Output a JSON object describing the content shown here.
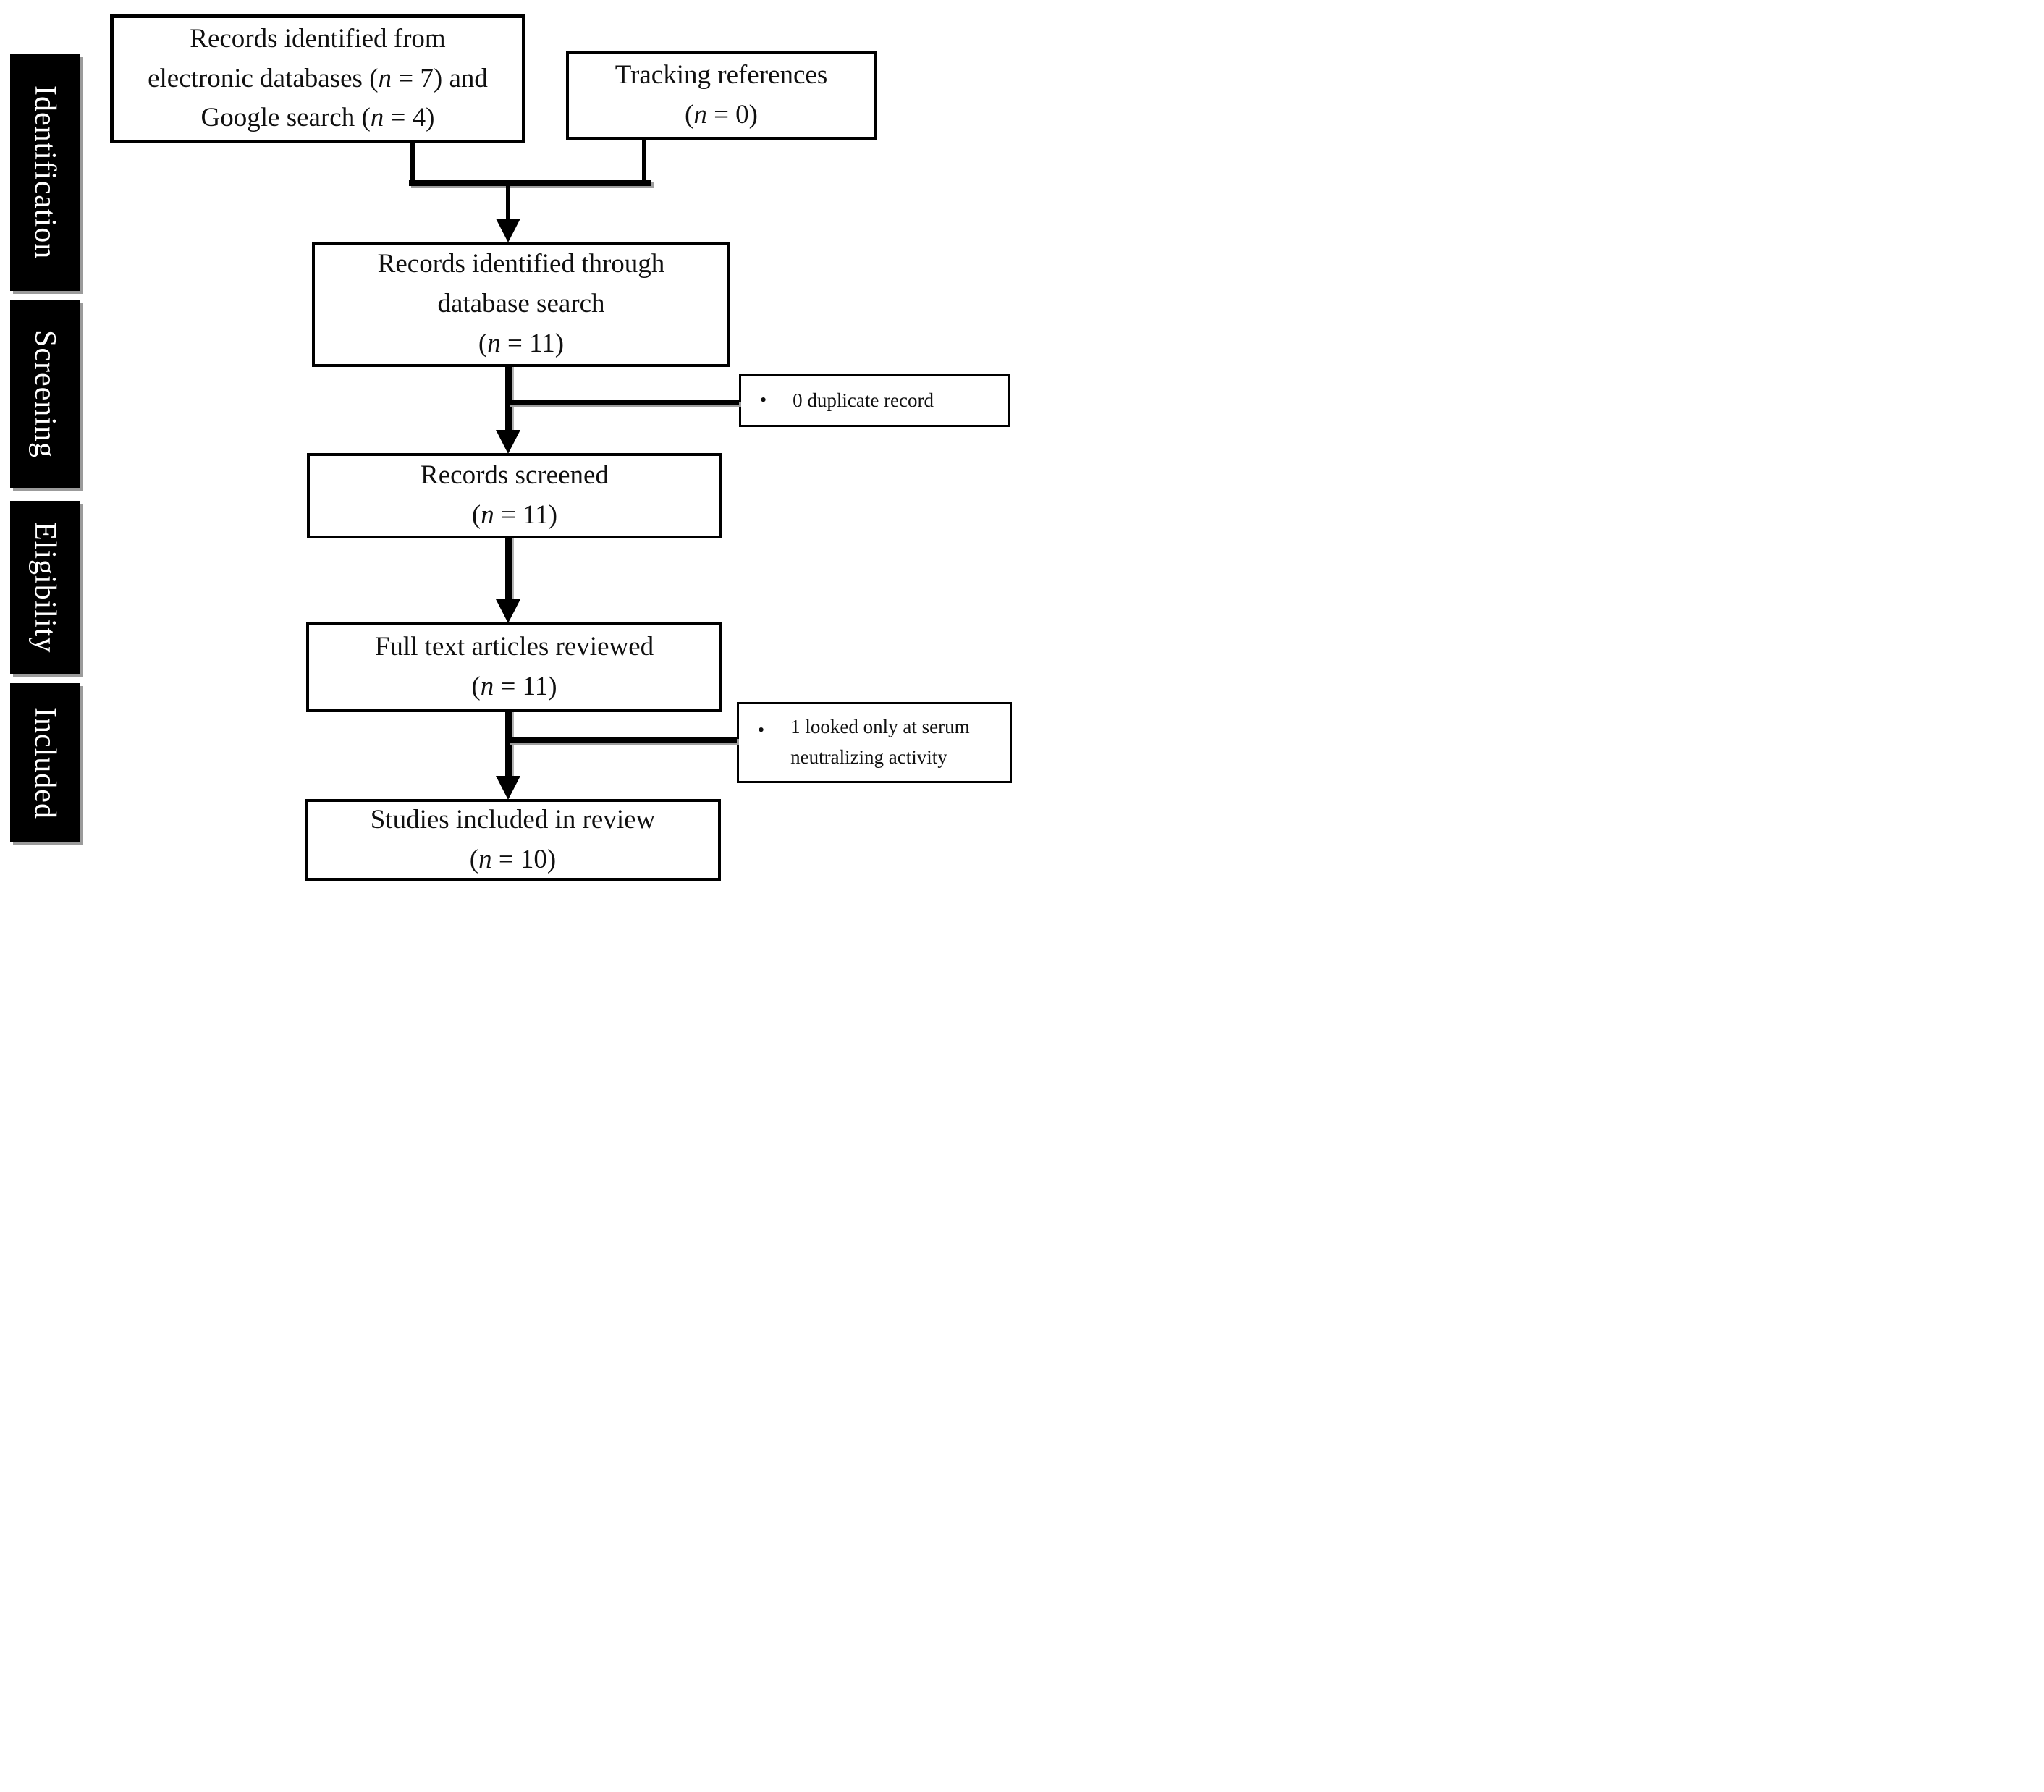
{
  "stages": [
    {
      "label": "Identification"
    },
    {
      "label": "Screening"
    },
    {
      "label": "Eligibility"
    },
    {
      "label": "Included"
    }
  ],
  "flow": {
    "sources": {
      "lines": [
        [
          {
            "t": "Records identified from"
          }
        ],
        [
          {
            "t": "electronic databases ("
          },
          {
            "t": "n",
            "i": true
          },
          {
            "t": " = 7) and"
          }
        ],
        [
          {
            "t": "Google search ("
          },
          {
            "t": "n",
            "i": true
          },
          {
            "t": " = 4)"
          }
        ]
      ]
    },
    "tracking": {
      "lines": [
        [
          {
            "t": "Tracking references"
          }
        ],
        [
          {
            "t": "("
          },
          {
            "t": "n",
            "i": true
          },
          {
            "t": " = 0)"
          }
        ]
      ]
    },
    "db_search": {
      "lines": [
        [
          {
            "t": "Records identified through"
          }
        ],
        [
          {
            "t": "database search"
          }
        ],
        [
          {
            "t": "("
          },
          {
            "t": "n",
            "i": true
          },
          {
            "t": " = 11)"
          }
        ]
      ]
    },
    "screened": {
      "lines": [
        [
          {
            "t": "Records screened"
          }
        ],
        [
          {
            "t": "("
          },
          {
            "t": "n",
            "i": true
          },
          {
            "t": " = 11)"
          }
        ]
      ]
    },
    "full_text": {
      "lines": [
        [
          {
            "t": "Full text articles reviewed"
          }
        ],
        [
          {
            "t": "("
          },
          {
            "t": "n",
            "i": true
          },
          {
            "t": " = 11)"
          }
        ]
      ]
    },
    "included": {
      "lines": [
        [
          {
            "t": "Studies included in review"
          }
        ],
        [
          {
            "t": "("
          },
          {
            "t": "n",
            "i": true
          },
          {
            "t": " = 10)"
          }
        ]
      ]
    }
  },
  "notes": {
    "duplicates": {
      "bullet": "•",
      "lines": [
        [
          {
            "t": "0 duplicate record"
          }
        ]
      ]
    },
    "serum": {
      "bullet": "•",
      "lines": [
        [
          {
            "t": "1 looked only at serum"
          }
        ],
        [
          {
            "t": "neutralizing activity"
          }
        ]
      ]
    }
  },
  "colors": {
    "box_border": "#000000",
    "box_fill": "#ffffff",
    "stage_fill": "#000000",
    "stage_text": "#ffffff",
    "text": "#101010",
    "shadow": "#9b9b9b"
  }
}
